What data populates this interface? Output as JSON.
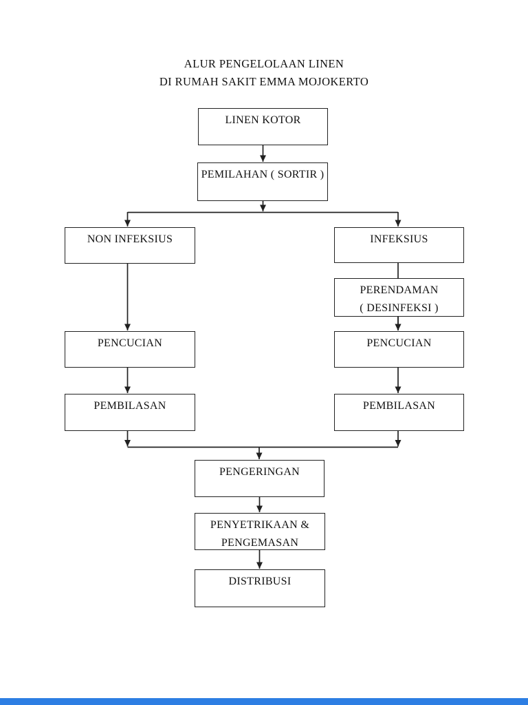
{
  "title": {
    "line1": "ALUR PENGELOLAAN LINEN",
    "line2": "DI RUMAH SAKIT EMMA MOJOKERTO"
  },
  "flowchart": {
    "nodes": {
      "linen_kotor": {
        "label": "LINEN KOTOR"
      },
      "pemilahan": {
        "label": "PEMILAHAN ( SORTIR )"
      },
      "non_infeksius": {
        "label": "NON INFEKSIUS"
      },
      "infeksius": {
        "label": "INFEKSIUS"
      },
      "perendaman": {
        "line1": "PERENDAMAN",
        "line2": "( DESINFEKSI )"
      },
      "pencucian_non_infeksius": {
        "label": "PENCUCIAN"
      },
      "pencucian_infeksius": {
        "label": "PENCUCIAN"
      },
      "pembilasan_non_infeksius": {
        "label": "PEMBILASAN"
      },
      "pembilasan_infeksius": {
        "label": "PEMBILASAN"
      },
      "pengeringan": {
        "label": "PENGERINGAN"
      },
      "penyetrikaan_pengemasan": {
        "line1": "PENYETRIKAAN &",
        "line2": "PENGEMASAN"
      },
      "distribusi": {
        "label": "DISTRIBUSI"
      }
    },
    "edges": [
      {
        "from": "linen_kotor",
        "to": "pemilahan"
      },
      {
        "from": "pemilahan",
        "to": "non_infeksius"
      },
      {
        "from": "pemilahan",
        "to": "infeksius"
      },
      {
        "from": "non_infeksius",
        "to": "pencucian_non_infeksius"
      },
      {
        "from": "infeksius",
        "to": "perendaman"
      },
      {
        "from": "perendaman",
        "to": "pencucian_infeksius"
      },
      {
        "from": "pencucian_non_infeksius",
        "to": "pembilasan_non_infeksius"
      },
      {
        "from": "pencucian_infeksius",
        "to": "pembilasan_infeksius"
      },
      {
        "from": "pembilasan_non_infeksius",
        "to": "pengeringan"
      },
      {
        "from": "pembilasan_infeksius",
        "to": "pengeringan"
      },
      {
        "from": "pengeringan",
        "to": "penyetrikaan_pengemasan"
      },
      {
        "from": "penyetrikaan_pengemasan",
        "to": "distribusi"
      }
    ]
  },
  "colors": {
    "line": "#212121",
    "text": "#111111",
    "viewer_strip": "#2d7ee3"
  }
}
